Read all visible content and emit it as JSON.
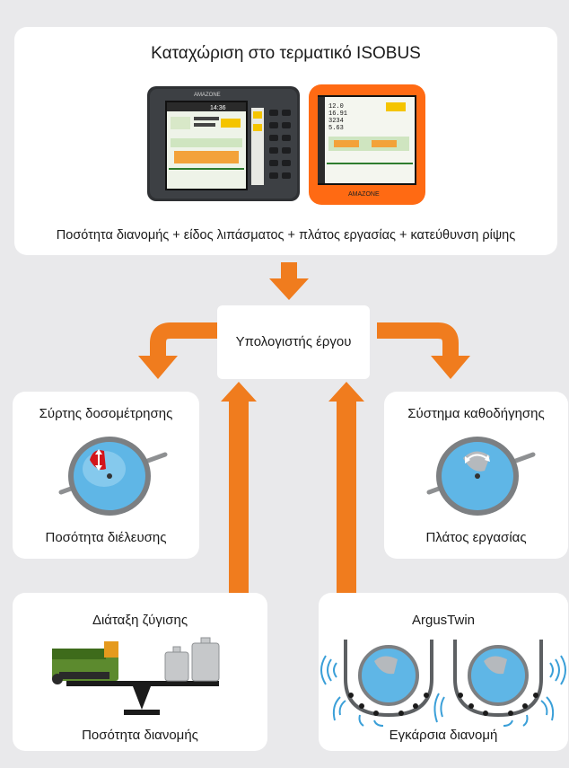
{
  "isobus": {
    "title": "Καταχώριση στο τερματικό ISOBUS",
    "subtitle": "Ποσότητα διανομής + είδος λιπάσματος + πλάτος εργασίας + κατεύθυνση ρίψης",
    "terminal_brand": "AMAZONE",
    "terminal_time": "14:36"
  },
  "computer": {
    "label": "Υπολογιστής έργου"
  },
  "metering": {
    "title": "Σύρτης δοσομέτρησης",
    "caption": "Ποσότητα διέλευσης"
  },
  "guidance": {
    "title": "Σύστημα καθοδήγησης",
    "caption": "Πλάτος εργασίας"
  },
  "weighing": {
    "title": "Διάταξη ζύγισης",
    "caption": "Ποσότητα διανομής"
  },
  "argus": {
    "title": "ArgusTwin",
    "caption": "Εγκάρσια διανομή"
  },
  "colors": {
    "arrow": "#f07c1e",
    "card": "#ffffff",
    "background": "#e9e9eb",
    "disc_blue": "#5fb6e6",
    "shutter_red": "#d3151b",
    "orange_terminal": "#ff6a13",
    "sensor_wave": "#3a9fd8"
  }
}
